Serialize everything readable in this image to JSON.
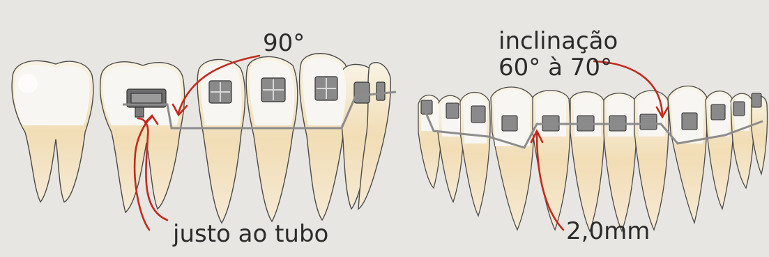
{
  "labels": {
    "angle_90": "90°",
    "inclination_line1": "inclinação",
    "inclination_line2": "60° à 70°",
    "justo": "justo ao tubo",
    "distance": "2,0mm"
  },
  "colors": {
    "background": "#e8e6e2",
    "tooth_crown": "#f7f6f2",
    "tooth_root": "#efd6a8",
    "outline": "#4a4a4a",
    "bracket": "#7a7a7a",
    "wire": "#8c8c8c",
    "annotation_red": "#c22a1e",
    "text": "#2b2b2b"
  },
  "icons": {
    "left_panel": "lateral-teeth-with-brackets",
    "right_panel": "front-arch-with-brackets"
  }
}
